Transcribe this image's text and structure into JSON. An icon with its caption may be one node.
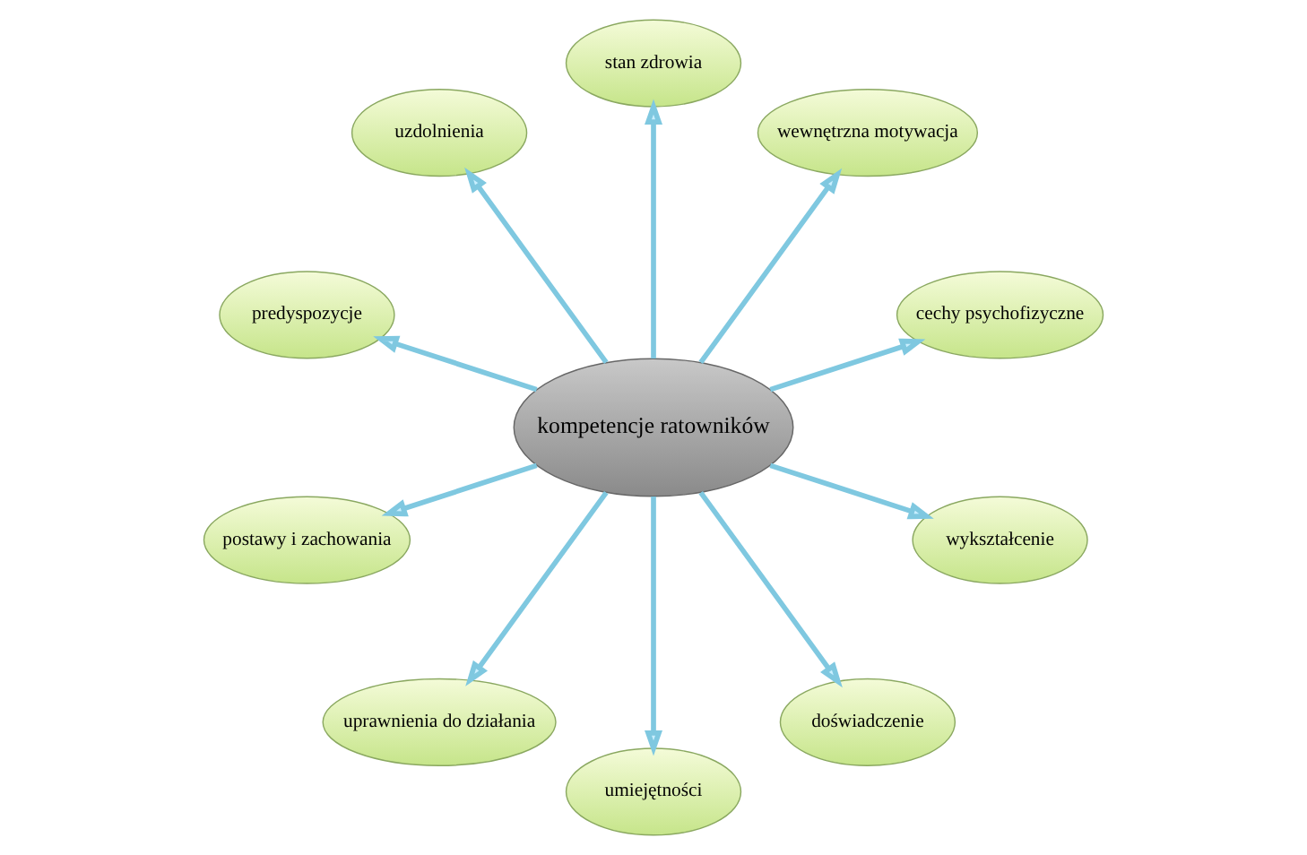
{
  "diagram": {
    "nodes": [
      {
        "text": [
          "kompetencje ratowników"
        ]
      },
      {
        "text": [
          "cechy psychofizyczne"
        ]
      },
      {
        "text": [
          "wewnętrzna motywacja"
        ]
      },
      {
        "text": [
          "stan zdrowia"
        ]
      },
      {
        "text": [
          "uzdolnienia"
        ]
      },
      {
        "text": [
          "predyspozycje"
        ]
      },
      {
        "text": [
          "postawy i zachowania"
        ]
      },
      {
        "text": [
          "uprawnienia do działania"
        ]
      },
      {
        "text": [
          "umiejętności"
        ]
      },
      {
        "text": [
          "doświadczenie"
        ]
      },
      {
        "text": [
          "wykształcenie"
        ]
      }
    ],
    "edges": [
      {
        "from": 0,
        "to": 1,
        "arrow": "to"
      },
      {
        "from": 0,
        "to": 2,
        "arrow": "to"
      },
      {
        "from": 0,
        "to": 3,
        "arrow": "to"
      },
      {
        "from": 0,
        "to": 4,
        "arrow": "to"
      },
      {
        "from": 0,
        "to": 5,
        "arrow": "to"
      },
      {
        "from": 0,
        "to": 6,
        "arrow": "to"
      },
      {
        "from": 0,
        "to": 7,
        "arrow": "to"
      },
      {
        "from": 0,
        "to": 8,
        "arrow": "to"
      },
      {
        "from": 0,
        "to": 9,
        "arrow": "to"
      },
      {
        "from": 0,
        "to": 10,
        "arrow": "to"
      }
    ]
  }
}
